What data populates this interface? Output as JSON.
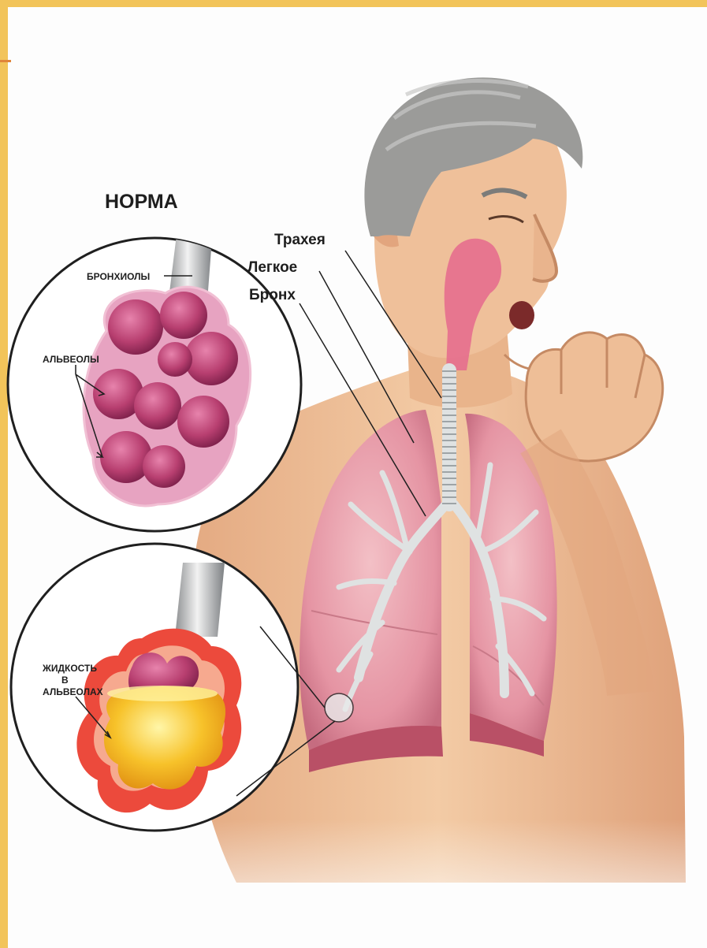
{
  "colors": {
    "frame_border": "#f2c45a",
    "frame_accent_line": "#e0853a",
    "skin": "#f0c29a",
    "skin_shadow": "#d99a73",
    "hair": "#9a9a98",
    "lung": "#e9a0ac",
    "lung_dark": "#b95066",
    "alveoli": "#b83f70",
    "alveoli_rim": "#e7a3c1",
    "fluid": "#f7c22a",
    "inflamed": "#ec4a3c",
    "trachea": "#d9dede"
  },
  "labels": {
    "norma": "НОРМА",
    "bronchioles": "БРОНХИОЛЫ",
    "alveoli": "АЛЬВЕОЛЫ",
    "trachea": "Трахея",
    "lung": "Легкое",
    "bronchus": "Бронх",
    "fluid_line1": "ЖИДКОСТЬ",
    "fluid_line2": "В",
    "fluid_line3": "АЛЬВЕОЛАХ"
  }
}
